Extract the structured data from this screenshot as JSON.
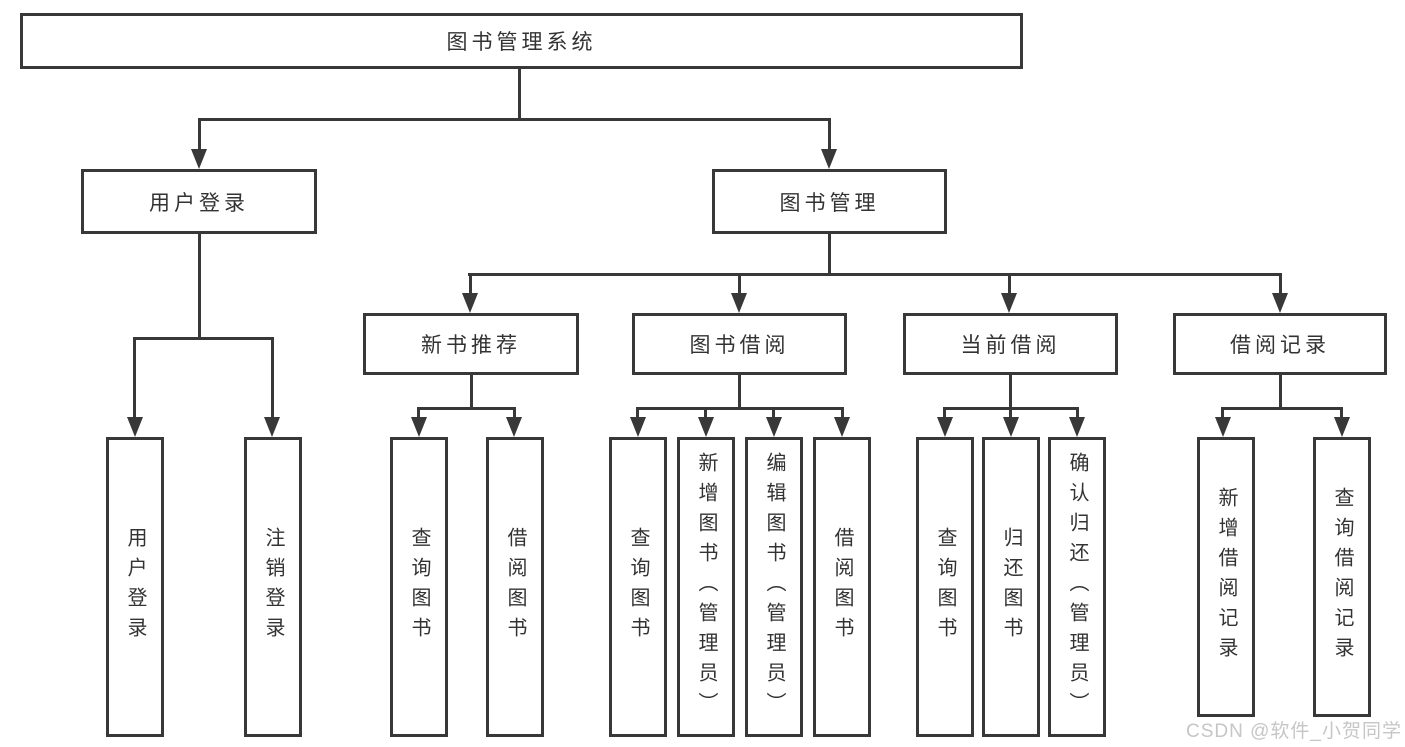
{
  "diagram": {
    "type": "hierarchy-tree",
    "watermark": "CSDN @软件_小贺同学",
    "colors": {
      "line": "#383838",
      "text": "#333333",
      "box_fill": "#ffffff",
      "watermark": "#c6c6c6",
      "background": "#ffffff"
    },
    "root": {
      "label": "图书管理系统",
      "children": [
        {
          "label": "用户登录",
          "children": [
            {
              "label": "用户登录"
            },
            {
              "label": "注销登录"
            }
          ]
        },
        {
          "label": "图书管理",
          "children": [
            {
              "label": "新书推荐",
              "children": [
                {
                  "label": "查询图书"
                },
                {
                  "label": "借阅图书"
                }
              ]
            },
            {
              "label": "图书借阅",
              "children": [
                {
                  "label": "查询图书"
                },
                {
                  "label": "新增图书（管理员）"
                },
                {
                  "label": "编辑图书（管理员）"
                },
                {
                  "label": "借阅图书"
                }
              ]
            },
            {
              "label": "当前借阅",
              "children": [
                {
                  "label": "查询图书"
                },
                {
                  "label": "归还图书"
                },
                {
                  "label": "确认归还（管理员）"
                }
              ]
            },
            {
              "label": "借阅记录",
              "children": [
                {
                  "label": "新增借阅记录"
                },
                {
                  "label": "查询借阅记录"
                }
              ]
            }
          ]
        }
      ]
    }
  }
}
